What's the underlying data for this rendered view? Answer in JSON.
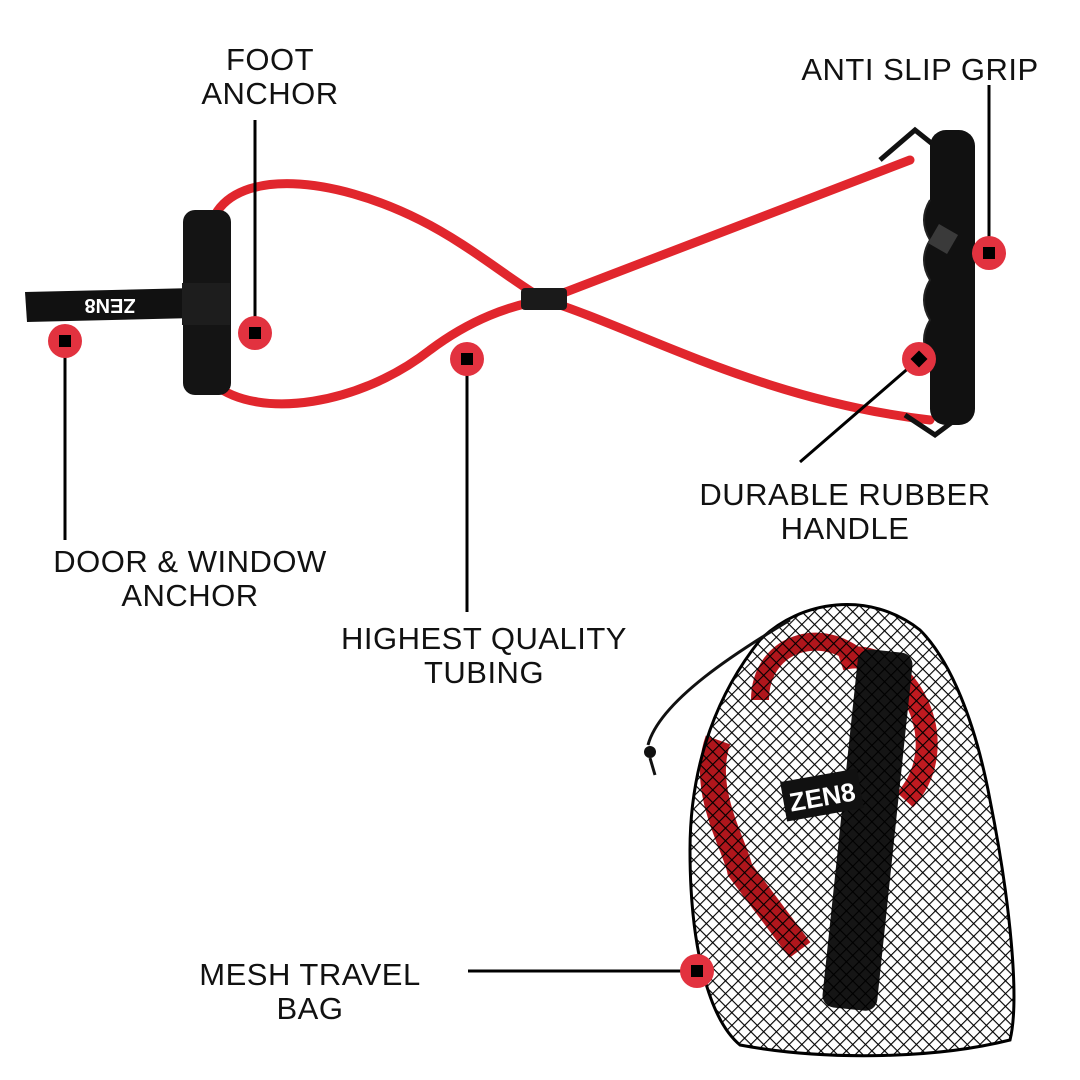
{
  "brand": "ZEN8",
  "colors": {
    "tube": "#e1262d",
    "marker": "#e2323f",
    "foam": "#111111",
    "line": "#000000"
  },
  "callouts": {
    "foot_anchor": [
      "FOOT",
      "ANCHOR"
    ],
    "anti_slip_grip": [
      "ANTI SLIP GRIP"
    ],
    "door_window_anchor": [
      "DOOR & WINDOW",
      "ANCHOR"
    ],
    "highest_quality_tubing": [
      "HIGHEST QUALITY",
      "TUBING"
    ],
    "durable_rubber_handle": [
      "DURABLE RUBBER",
      "HANDLE"
    ],
    "mesh_travel_bag": [
      "MESH TRAVEL",
      "BAG"
    ]
  }
}
